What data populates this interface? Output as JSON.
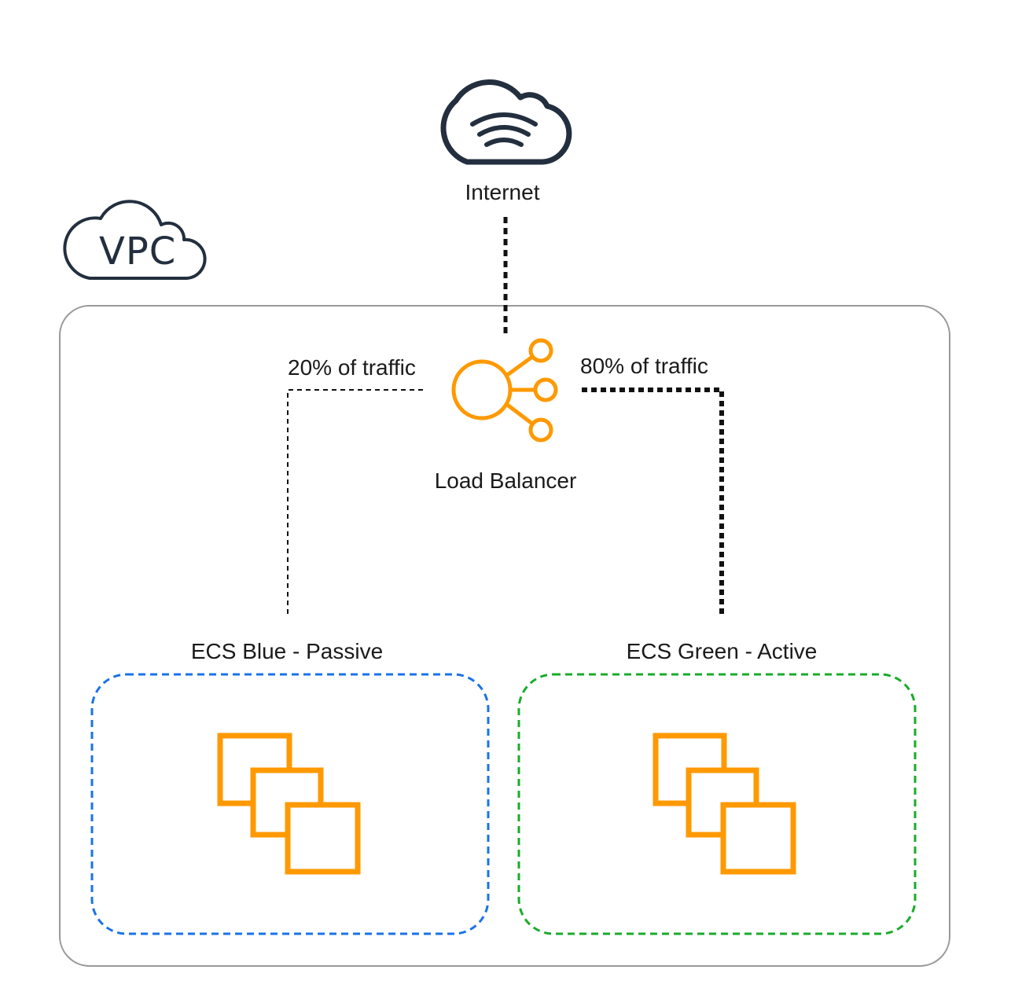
{
  "internet": {
    "label": "Internet",
    "icon": "internet-cloud-icon"
  },
  "vpc": {
    "label": "VPC",
    "icon": "vpc-cloud-icon",
    "border_color": "#999999"
  },
  "load_balancer": {
    "label": "Load Balancer",
    "icon": "load-balancer-icon",
    "color": "#ff9900"
  },
  "traffic": {
    "left": {
      "label": "20% of traffic",
      "percent": 20
    },
    "right": {
      "label": "80% of traffic",
      "percent": 80
    }
  },
  "ecs_blue": {
    "label": "ECS Blue - Passive",
    "border_color": "#1a73e8",
    "icon": "ecs-instances-icon"
  },
  "ecs_green": {
    "label": "ECS Green - Active",
    "border_color": "#1aab2a",
    "icon": "ecs-instances-icon"
  },
  "colors": {
    "dark": "#232f3e",
    "orange": "#ff9900",
    "line": "#111111"
  }
}
